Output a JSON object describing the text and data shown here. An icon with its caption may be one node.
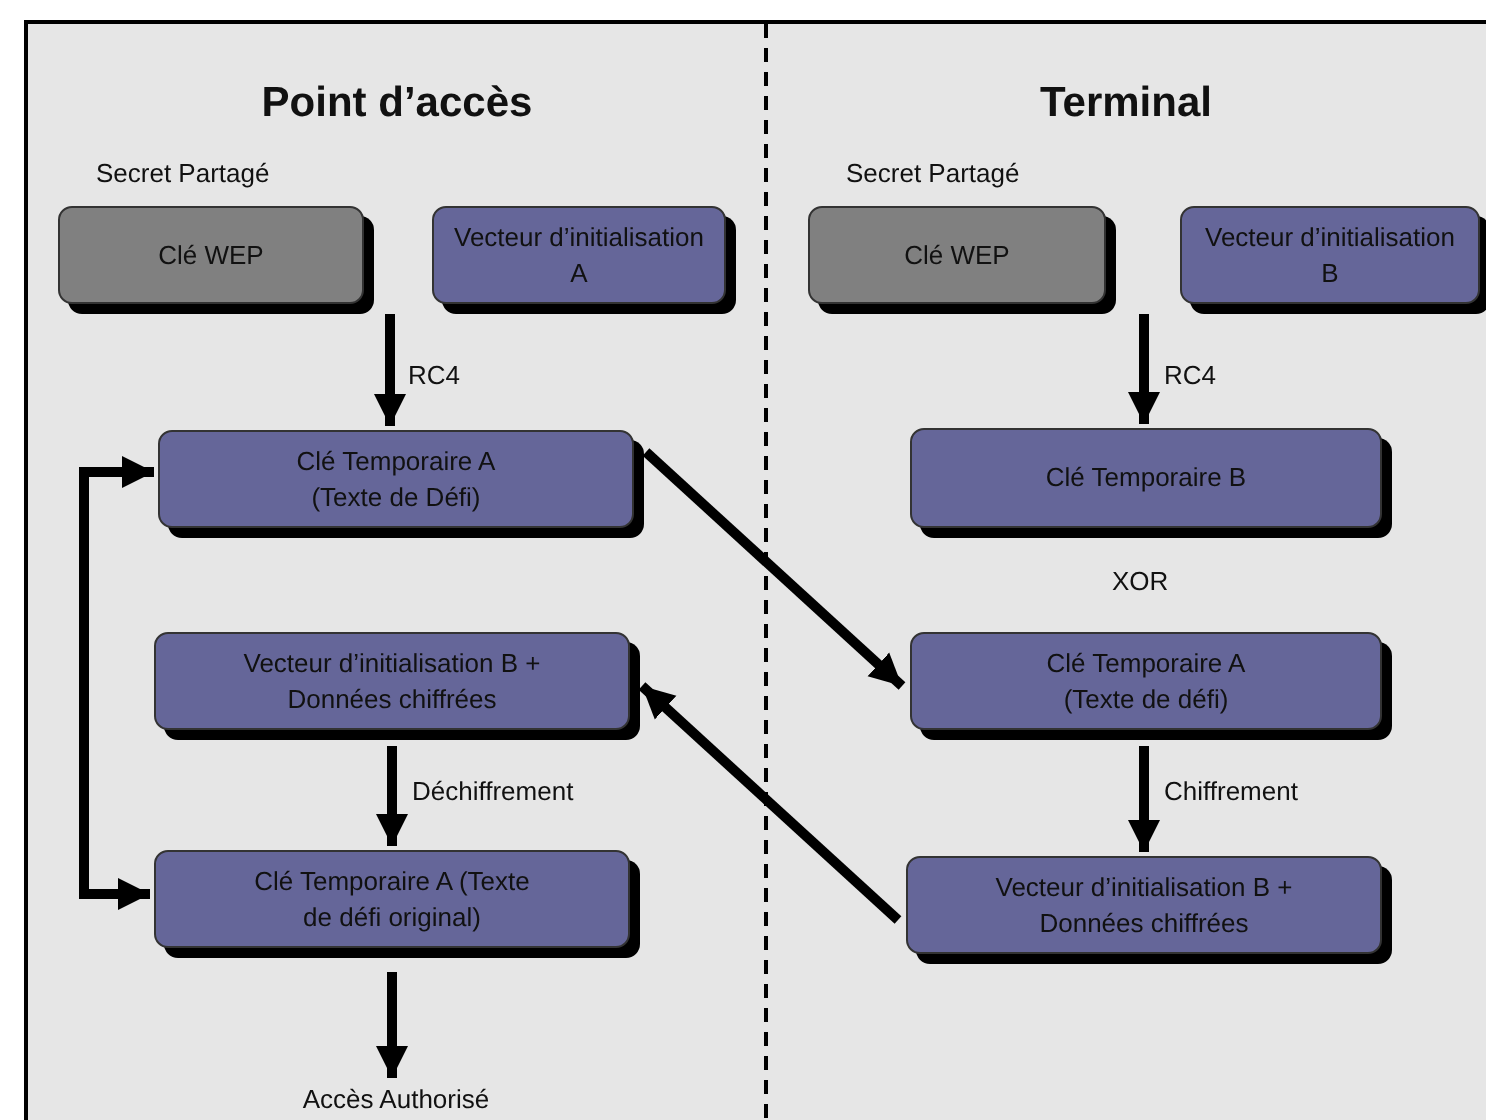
{
  "diagram": {
    "nodes": [
      {
        "text": [
          "Point d’accès"
        ]
      },
      {
        "text": [
          "Clé WEP"
        ],
        "in": 0,
        "beside": [
          "Secret Partagé"
        ]
      },
      {
        "text": [
          "Vecteur d’initialisation A"
        ],
        "in": 0
      },
      {
        "text": [
          "Clé Temporaire A (Texte de Défi)"
        ],
        "in": 0
      },
      {
        "text": [
          "Vecteur d’initialisation B + Données chiffrées"
        ],
        "in": 0
      },
      {
        "text": [
          "Clé Temporaire A (Texte de défi original)"
        ],
        "in": 0
      },
      {
        "text": [
          "Accès Authorisé"
        ],
        "in": 0
      },
      {
        "text": [
          "Terminal"
        ]
      },
      {
        "text": [
          "Clé WEP"
        ],
        "in": 7,
        "beside": [
          "Secret Partagé"
        ]
      },
      {
        "text": [
          "Vecteur d’initialisation B"
        ],
        "in": 7
      },
      {
        "text": [
          "Clé Temporaire B"
        ],
        "in": 7
      },
      {
        "text": [
          "Clé Temporaire A (Texte de défi)"
        ],
        "in": 7
      },
      {
        "text": [
          "Vecteur d’initialisation B + Données chiffrées"
        ],
        "in": 7
      }
    ],
    "edges": [
      {
        "from": null,
        "to": 3,
        "arrow": "to",
        "label": "RC4"
      },
      {
        "from": 3,
        "to": 11,
        "arrow": "to"
      },
      {
        "from": 12,
        "to": 4,
        "arrow": "to"
      },
      {
        "from": 4,
        "to": 5,
        "arrow": "to",
        "label": "Déchiffrement"
      },
      {
        "from": 3,
        "to": 5,
        "arrow": "both"
      },
      {
        "from": 5,
        "to": 6,
        "arrow": "to"
      },
      {
        "from": null,
        "to": 10,
        "arrow": "to",
        "label": "RC4"
      },
      {
        "from": 11,
        "to": 12,
        "arrow": "to",
        "label": "Chiffrement"
      }
    ],
    "labels": [
      "XOR"
    ]
  }
}
